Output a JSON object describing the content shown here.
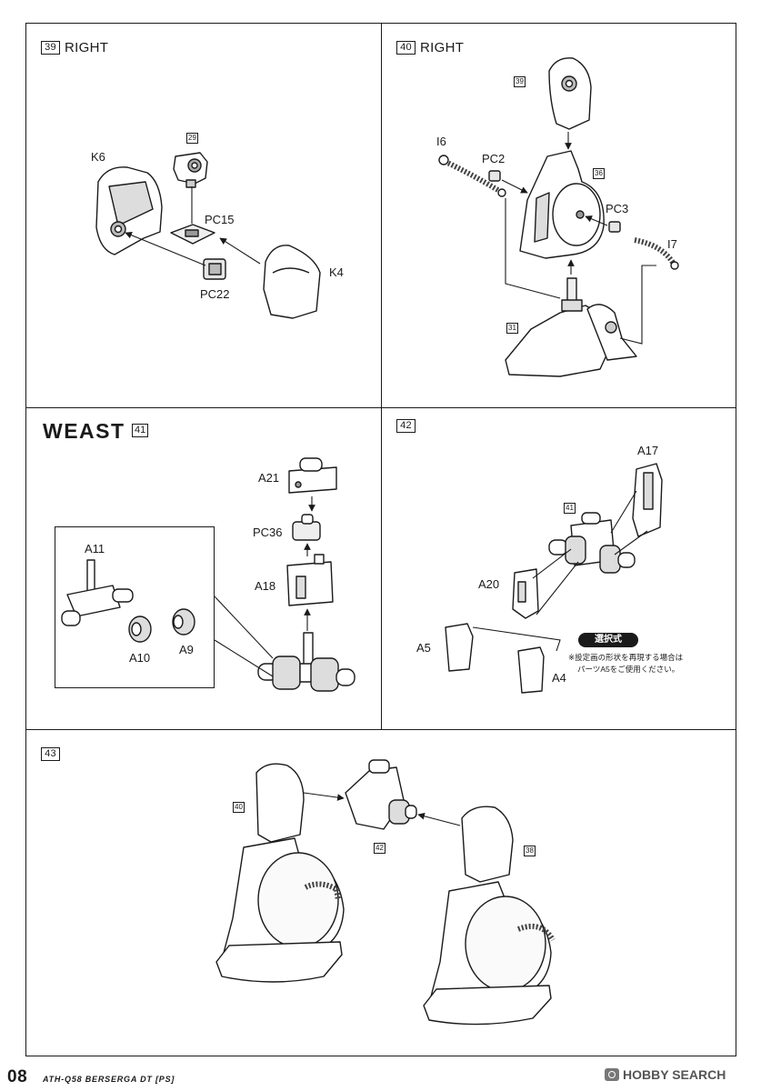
{
  "steps": {
    "s39": {
      "num": "39",
      "title": "RIGHT"
    },
    "s40": {
      "num": "40",
      "title": "RIGHT"
    },
    "s41": {
      "title": "WEAST",
      "num": "41"
    },
    "s42": {
      "num": "42"
    },
    "s43": {
      "num": "43"
    }
  },
  "step39_labels": {
    "k6": "K6",
    "ref29": "29",
    "pc15": "PC15",
    "pc22": "PC22",
    "k4": "K4"
  },
  "step40_labels": {
    "ref39": "39",
    "i6": "I6",
    "pc2": "PC2",
    "ref36": "36",
    "pc3": "PC3",
    "i7": "I7",
    "ref31": "31"
  },
  "step41_labels": {
    "a21": "A21",
    "pc36": "PC36",
    "a18": "A18",
    "a11": "A11",
    "a10": "A10",
    "a9": "A9"
  },
  "step42_labels": {
    "a17": "A17",
    "ref41": "41",
    "a20": "A20",
    "a5": "A5",
    "a4": "A4"
  },
  "step42_option": {
    "badge": "選択式",
    "note_line1": "※設定画の形状を再現する場合は",
    "note_line2": "パーツA5をご使用ください。"
  },
  "step43_labels": {
    "ref40": "40",
    "ref42": "42",
    "ref38": "38"
  },
  "footer": {
    "page": "08",
    "model_title": "ATH-Q58 BERSERGA DT [PS]",
    "watermark": "HOBBY SEARCH"
  }
}
